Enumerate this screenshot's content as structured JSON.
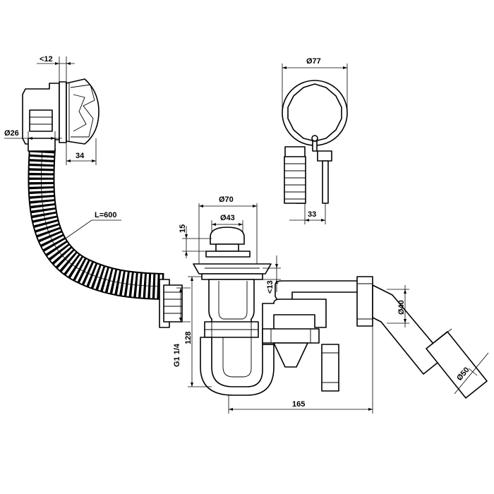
{
  "drawing": {
    "labels": {
      "overflow_depth": "<12",
      "overflow_tube_dia": "Ø26",
      "overflow_width": "34",
      "hose_length": "L=600",
      "cap_dia": "Ø77",
      "cap_stem_offset": "33",
      "flange_dia": "Ø70",
      "plug_dia": "Ø43",
      "plug_height": "15",
      "flange_thickness": "<13",
      "thread": "G1 1/4",
      "trap_height": "128",
      "outlet_length": "165",
      "outlet_inner_dia": "Ø40",
      "outlet_outer_dia": "Ø50"
    },
    "icons": {
      "overflow_fitting": "overflow-fitting-icon",
      "overflow_cap": "overflow-cap-icon",
      "drain_plug": "drain-plug-icon",
      "corrugated_hose": "corrugated-hose-icon",
      "bottle_trap": "bottle-trap-icon",
      "outlet_pipe": "outlet-pipe-icon"
    }
  }
}
